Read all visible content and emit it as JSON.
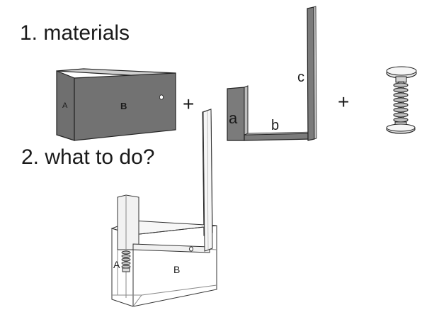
{
  "headings": {
    "materials": "1. materials",
    "steps": "2. what to do?"
  },
  "materials": {
    "box_side_label": "A",
    "box_front_label": "B",
    "plus_1": "+",
    "plus_2": "+",
    "bracket_part_a": "a",
    "bracket_part_b": "b",
    "bracket_part_c": "c"
  },
  "assembly": {
    "spring_label": "A",
    "box_label": "B"
  },
  "colors": {
    "box_fill": "#6f6f6f",
    "metal_fill": "#7b7b7b",
    "outline": "#1a1a1a"
  }
}
